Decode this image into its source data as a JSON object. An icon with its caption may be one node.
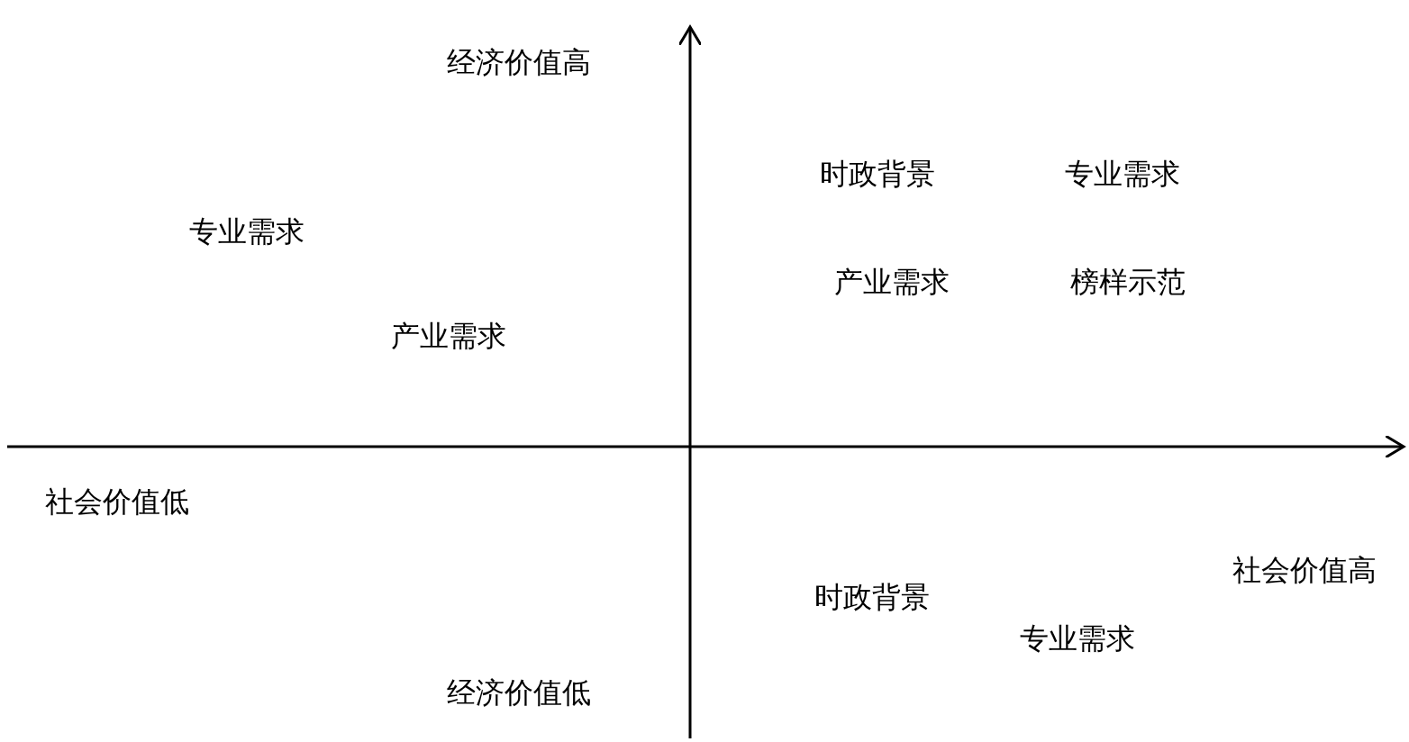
{
  "diagram": {
    "labels": [
      "经济价值高",
      "时政背景",
      "专业需求",
      "专业需求",
      "产业需求",
      "榜样示范",
      "产业需求",
      "社会价值低",
      "社会价值高",
      "时政背景",
      "专业需求",
      "经济价值低"
    ]
  }
}
